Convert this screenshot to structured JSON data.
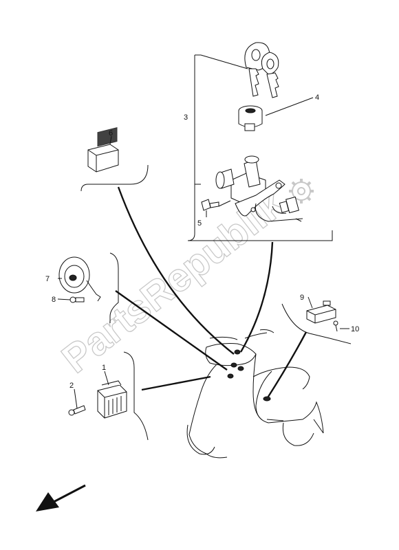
{
  "watermark": "PartsRepublik",
  "callouts": {
    "c1": "1",
    "c2": "2",
    "c3": "3",
    "c4": "4",
    "c5": "5",
    "c6": "6",
    "c7": "7",
    "c8": "8",
    "c9": "9",
    "c10": "10"
  }
}
